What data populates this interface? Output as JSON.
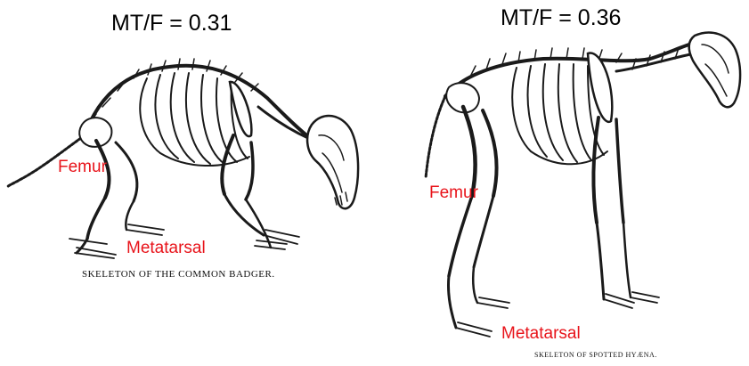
{
  "left": {
    "ratio": "MT/F = 0.31",
    "femur_label": "Femur",
    "metatarsal_label": "Metatarsal",
    "caption": "SKELETON OF THE COMMON BADGER."
  },
  "right": {
    "ratio": "MT/F = 0.36",
    "femur_label": "Femur",
    "metatarsal_label": "Metatarsal",
    "caption": "SKELETON OF SPOTTED HYÆNA."
  },
  "colors": {
    "label": "#e8141b",
    "ink": "#1a1a1a"
  }
}
